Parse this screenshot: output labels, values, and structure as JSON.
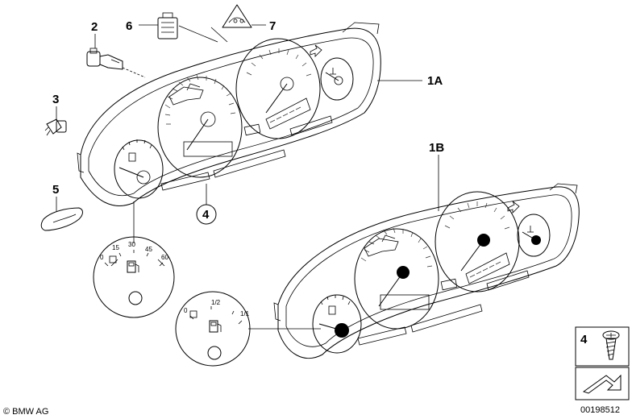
{
  "callouts": {
    "c1a": "1A",
    "c1b": "1B",
    "c2": "2",
    "c3": "3",
    "c4": "4",
    "c5": "5",
    "c6": "6",
    "c7": "7",
    "c4_legend": "4"
  },
  "fuel_gauge_a": {
    "ticks": [
      "0",
      "15",
      "30",
      "45",
      "60"
    ]
  },
  "fuel_gauge_b": {
    "ticks": [
      "0",
      "1/2",
      "1/1"
    ]
  },
  "footer": {
    "copyright": "© BMW AG",
    "diagram_number": "00198512"
  }
}
